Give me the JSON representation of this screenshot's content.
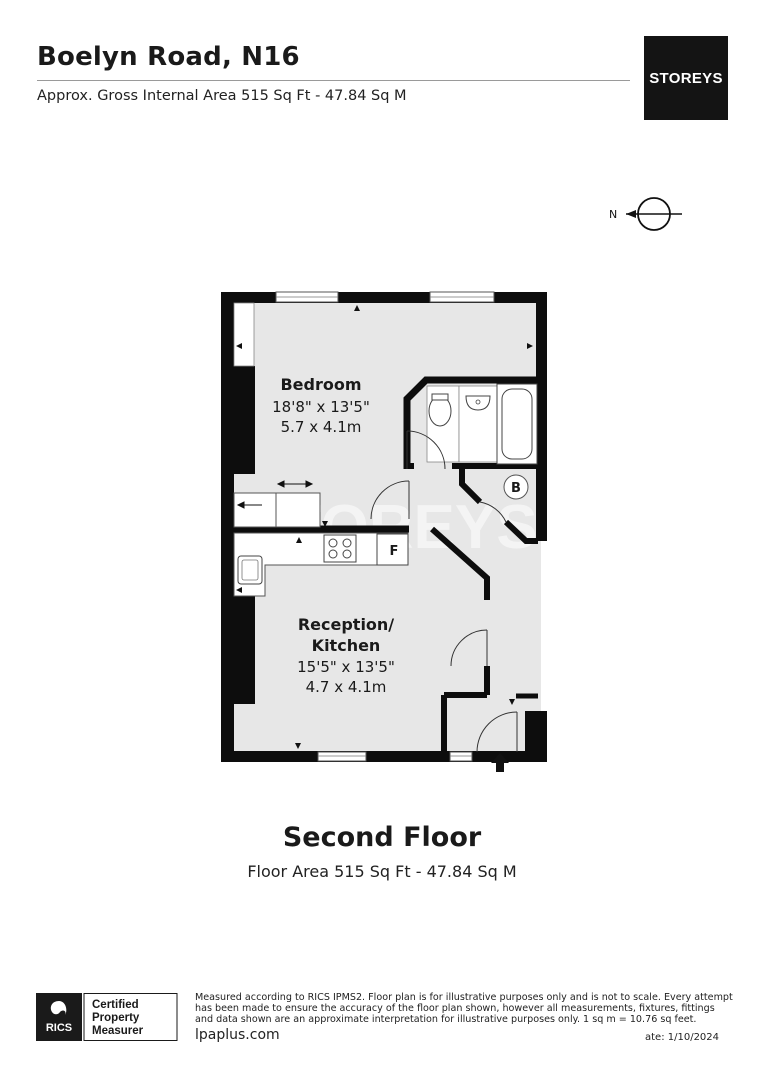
{
  "header": {
    "title": "Boelyn Road, N16",
    "subtitle": "Approx. Gross Internal Area 515 Sq Ft - 47.84 Sq M",
    "logo_text": "STOREYS"
  },
  "compass": {
    "label": "N"
  },
  "plan": {
    "watermark": "STOREYS",
    "rooms": [
      {
        "name": "Bedroom",
        "size_imperial": "18'8\" x 13'5\"",
        "size_metric": "5.7 x 4.1m"
      },
      {
        "name_line1": "Reception/",
        "name_line2": "Kitchen",
        "size_imperial": "15'5\" x 13'5\"",
        "size_metric": "4.7 x 4.1m"
      }
    ],
    "fridge_label": "F",
    "boiler_label": "B"
  },
  "floor": {
    "title": "Second Floor",
    "area": "Floor Area 515 Sq Ft - 47.84 Sq M"
  },
  "footer": {
    "rics_short": "RICS",
    "rics_line1": "Certified",
    "rics_line2": "Property",
    "rics_line3": "Measurer",
    "disclaimer": "Measured according to RICS IPMS2. Floor plan is for illustrative purposes only and is not to scale. Every attempt has been made to ensure the accuracy of the floor plan shown, however all measurements, fixtures, fittings and data shown are an approximate interpretation for illustrative purposes only. 1 sq m = 10.76 sq feet.",
    "website": "lpaplus.com",
    "date": "ate: 1/10/2024"
  }
}
